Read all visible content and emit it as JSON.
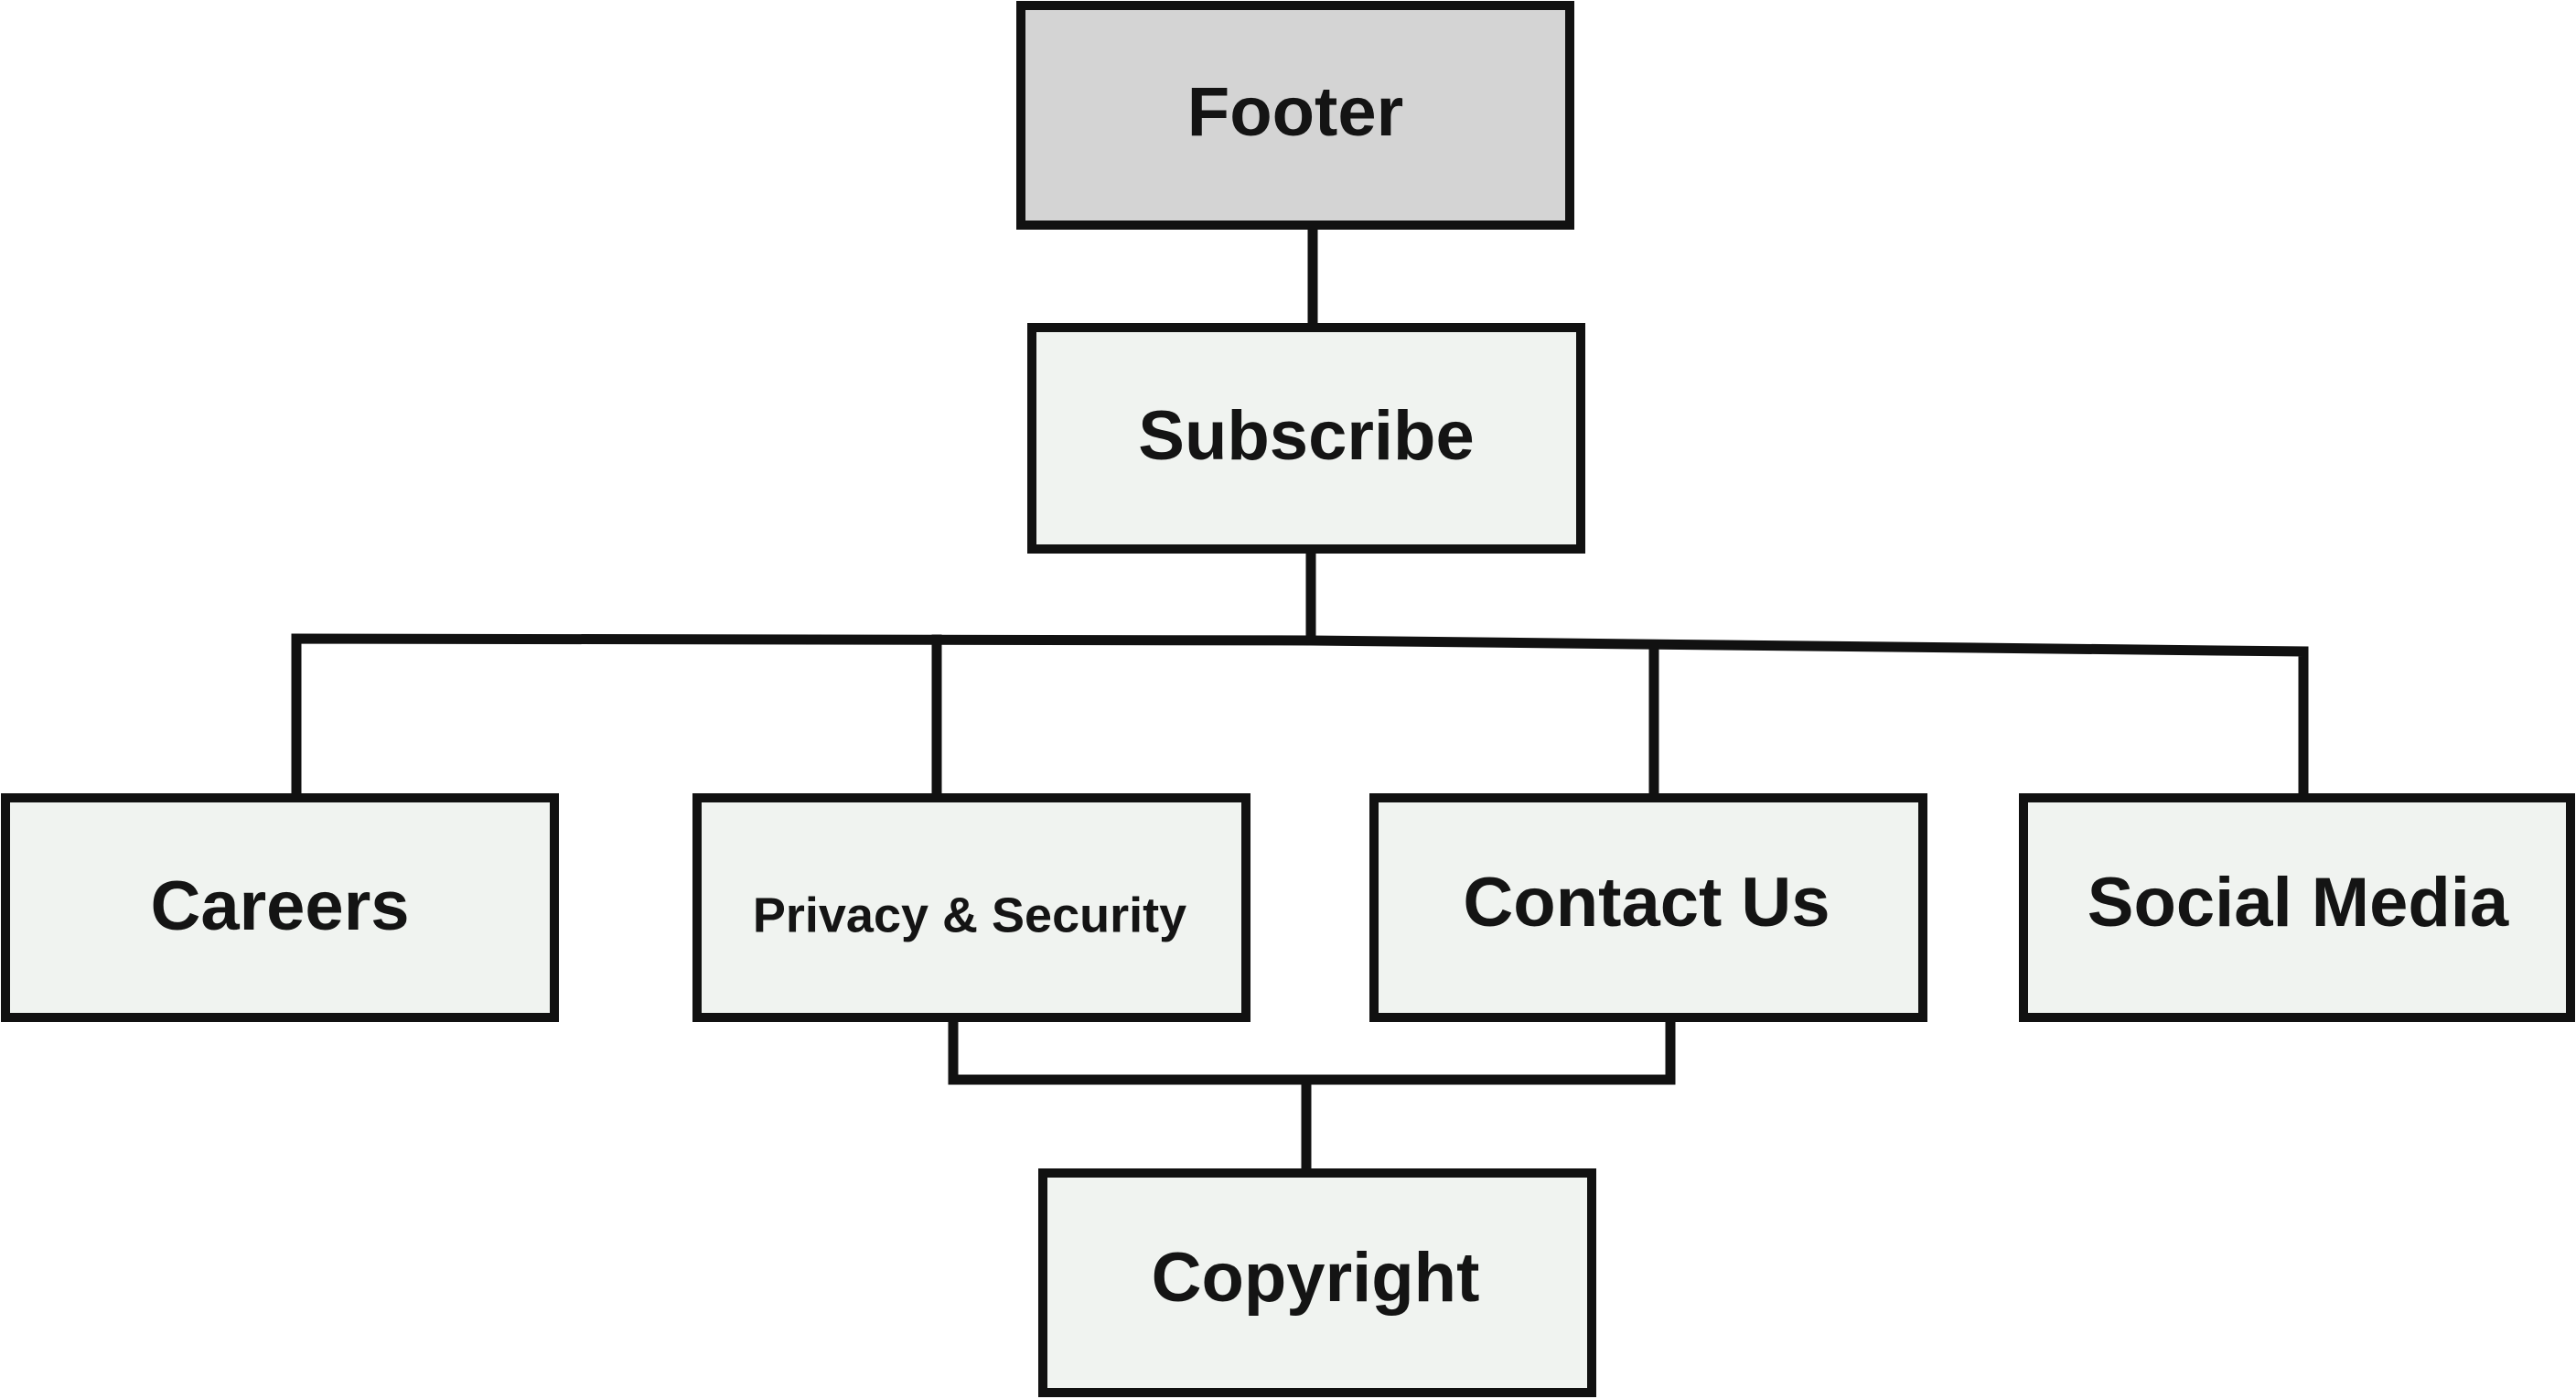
{
  "colors": {
    "root_fill": "#d4d4d4",
    "node_fill": "#f0f3f0",
    "stroke": "#111111",
    "text": "#141414"
  },
  "nodes": {
    "footer": "Footer",
    "subscribe": "Subscribe",
    "careers": "Careers",
    "privacy": "Privacy & Security",
    "contact": "Contact Us",
    "social": "Social Media",
    "copyright": "Copyright"
  }
}
